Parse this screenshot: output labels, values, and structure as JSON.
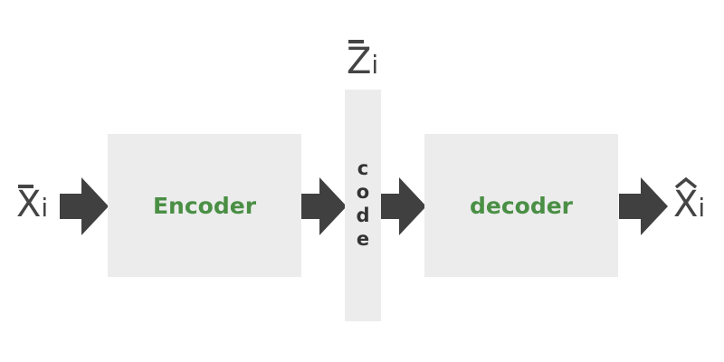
{
  "input_symbol": {
    "base": "X",
    "sub": "i"
  },
  "latent_symbol": {
    "base": "Z",
    "sub": "i"
  },
  "output_symbol": {
    "base": "X",
    "sub": "i"
  },
  "encoder": {
    "label": "Encoder"
  },
  "decoder": {
    "label": "decoder"
  },
  "code": {
    "letters": [
      "c",
      "o",
      "d",
      "e"
    ]
  },
  "colors": {
    "box_fill": "#ececec",
    "label_green": "#4a8f45",
    "arrow": "#404040"
  }
}
